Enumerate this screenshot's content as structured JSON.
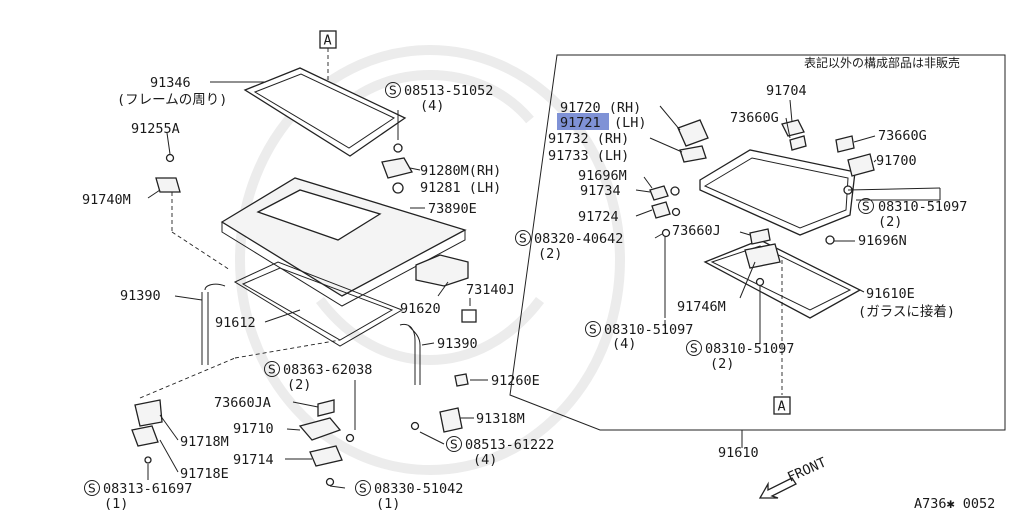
{
  "note_top_right": "表記以外の構成部品は非販売",
  "figure_code": "A736✱ 0052",
  "front_label": "FRONT",
  "ref_marker": "A",
  "highlight_color": "#7f92d6",
  "parts": {
    "p91346": "91346",
    "p91346_note": "(フレームの周り)",
    "p91255A": "91255A",
    "p91740M": "91740M",
    "p91390_left": "91390",
    "p91612": "91612",
    "p91390_right": "91390",
    "p08513_51052": "08513-51052",
    "p08513_51052_qty": "(4)",
    "p91280M": "91280M(RH)",
    "p91281": "91281 (LH)",
    "p73890E": "73890E",
    "p91620": "91620",
    "p73140J": "73140J",
    "p08363_62038": "08363-62038",
    "p08363_62038_qty": "(2)",
    "p91260E": "91260E",
    "p73660JA": "73660JA",
    "p91718M": "91718M",
    "p91710": "91710",
    "p91318M": "91318M",
    "p08513_61222": "08513-61222",
    "p08513_61222_qty": "(4)",
    "p91714": "91714",
    "p91718E": "91718E",
    "p08313_61697": "08313-61697",
    "p08313_61697_qty": "(1)",
    "p08330_51042": "08330-51042",
    "p08330_51042_qty": "(1)",
    "p91720": "91720 (RH)",
    "p91721_num": "91721",
    "p91721_side": "(LH)",
    "p91732": "91732 (RH)",
    "p91733": "91733 (LH)",
    "p91704": "91704",
    "p73660G_a": "73660G",
    "p73660G_b": "73660G",
    "p91700": "91700",
    "p91696M": "91696M",
    "p91734": "91734",
    "p08310_51097_a": "08310-51097",
    "p08310_51097_a_qty": "(2)",
    "p91724": "91724",
    "p08320_40642": "08320-40642",
    "p08320_40642_qty": "(2)",
    "p73660J": "73660J",
    "p91696N": "91696N",
    "p91610E": "91610E",
    "p91610E_note": "(ガラスに接着)",
    "p91746M": "91746M",
    "p08310_51097_b": "08310-51097",
    "p08310_51097_b_qty": "(4)",
    "p08310_51097_c": "08310-51097",
    "p08310_51097_c_qty": "(2)",
    "p91610": "91610"
  }
}
